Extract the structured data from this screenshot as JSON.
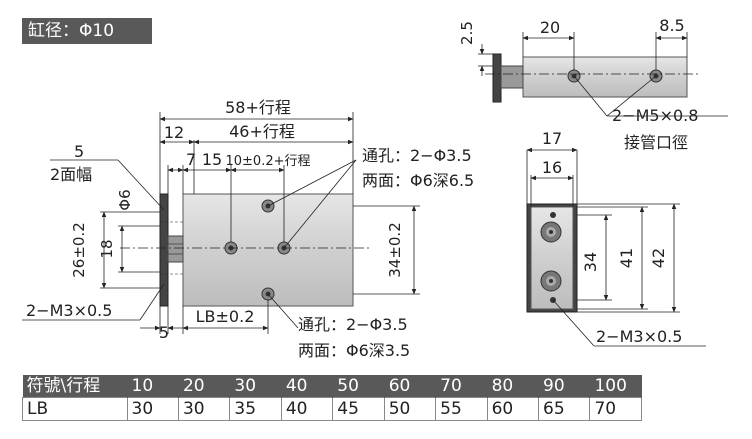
{
  "title": "缸径：Φ10",
  "top_view": {
    "dim_height": "2.5",
    "dim_width": "20",
    "dim_offset": "8.5",
    "port_label": "2−M5×0.8",
    "port_note": "接管口徑"
  },
  "front_view": {
    "total_length": "58+行程",
    "body_length": "46+行程",
    "dim_12": "12",
    "dim_7": "7",
    "dim_15": "15",
    "dim_tol": "10±0.2+行程",
    "dim_5": "5",
    "flat_width": "2面幅",
    "phi6": "Φ6",
    "dim_26": "26±0.2",
    "dim_18": "18",
    "dim_34": "34±0.2",
    "thread_left": "2−M3×0.5",
    "dim_5_bottom": "5",
    "lb_label": "LB±0.2",
    "hole_top_1": "通孔：2−Φ3.5",
    "hole_top_2": "两面：Φ6深6.5",
    "hole_bottom_1": "通孔：2−Φ3.5",
    "hole_bottom_2": "两面：Φ6深3.5"
  },
  "side_view": {
    "dim_17": "17",
    "dim_16": "16",
    "dim_34": "34",
    "dim_41": "41",
    "dim_42": "42",
    "thread": "2−M3×0.5"
  },
  "table": {
    "header": [
      "符號\\行程",
      "10",
      "20",
      "30",
      "40",
      "50",
      "60",
      "70",
      "80",
      "90",
      "100"
    ],
    "row": [
      "LB",
      "30",
      "30",
      "35",
      "40",
      "45",
      "50",
      "55",
      "60",
      "65",
      "70"
    ]
  }
}
